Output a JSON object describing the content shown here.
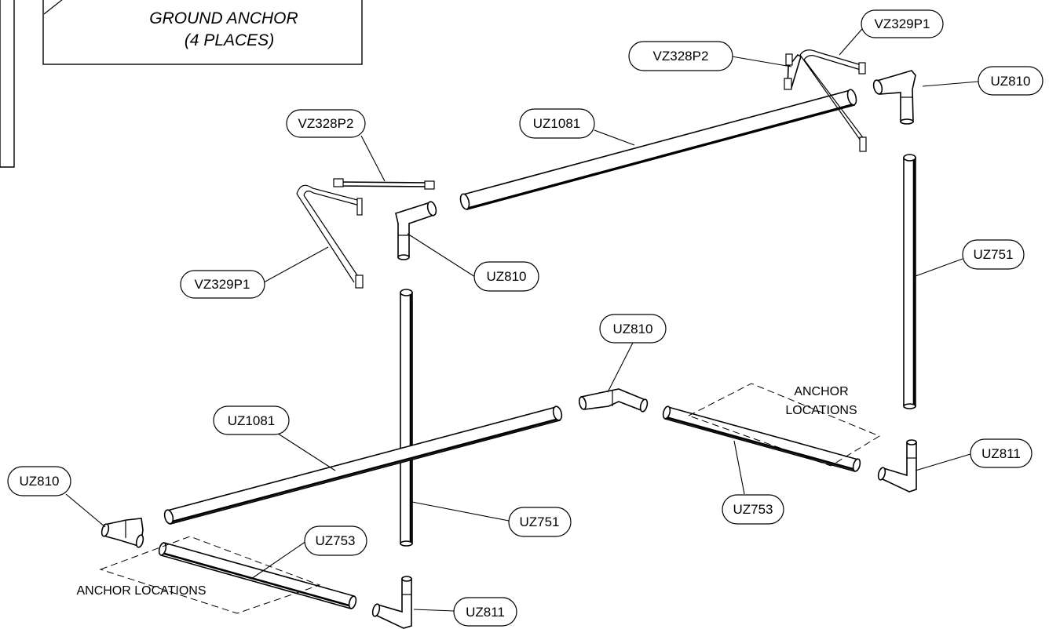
{
  "note": {
    "line1": "GROUND ANCHOR",
    "line2": "(4 PLACES)"
  },
  "callouts": {
    "top_vz329p1": "VZ329P1",
    "top_vz328p2": "VZ328P2",
    "top_uz810": "UZ810",
    "top_uz1081": "UZ1081",
    "left_vz328p2": "VZ328P2",
    "left_vz329p1": "VZ329P1",
    "left_uz810": "UZ810",
    "right_uz751": "UZ751",
    "mid_uz810": "UZ810",
    "left_uz1081": "UZ1081",
    "right_uz811": "UZ811",
    "right_uz753": "UZ753",
    "far_left_uz810": "UZ810",
    "center_uz751": "UZ751",
    "bottom_uz753": "UZ753",
    "bottom_uz811": "UZ811"
  },
  "anchor_labels": {
    "right_line1": "ANCHOR",
    "right_line2": "LOCATIONS",
    "left": "ANCHOR LOCATIONS"
  }
}
